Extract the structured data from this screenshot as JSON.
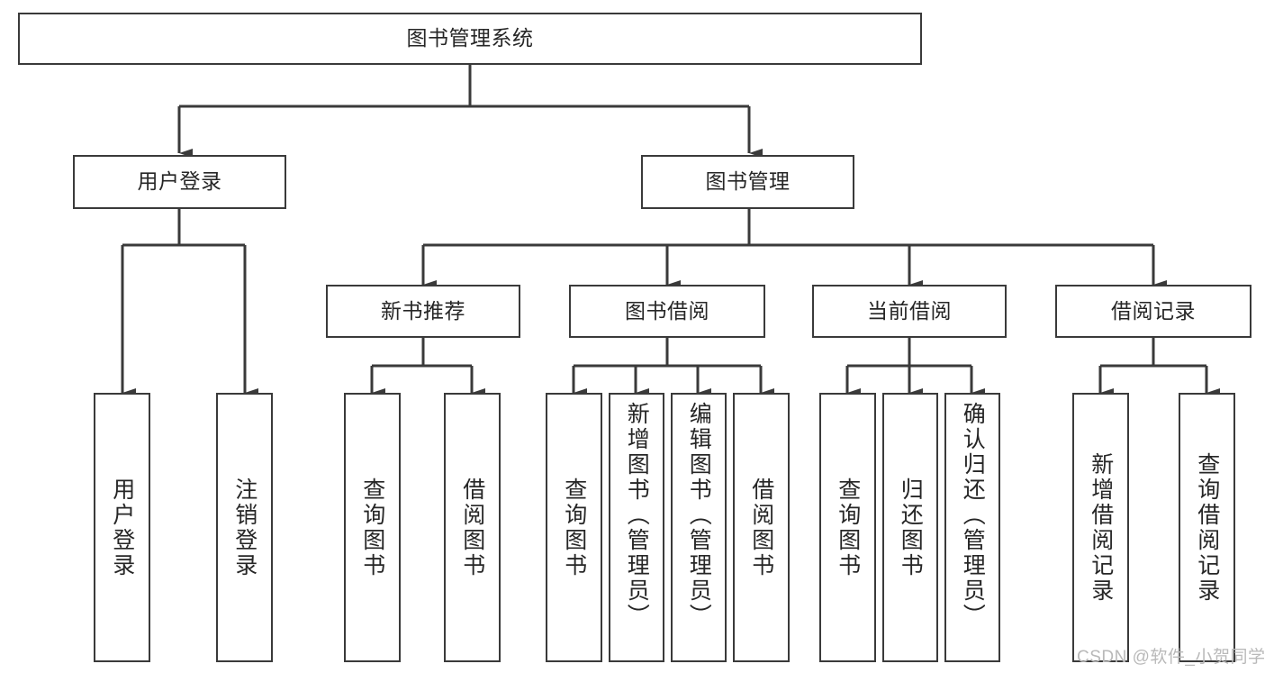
{
  "diagram": {
    "title_node": {
      "label": "图书管理系统"
    },
    "level1": [
      {
        "id": "user-login",
        "label": "用户登录"
      },
      {
        "id": "book-management",
        "label": "图书管理"
      }
    ],
    "level2": [
      {
        "id": "new-book-recommend",
        "label": "新书推荐"
      },
      {
        "id": "book-borrow",
        "label": "图书借阅"
      },
      {
        "id": "current-borrow",
        "label": "当前借阅"
      },
      {
        "id": "borrow-record",
        "label": "借阅记录"
      }
    ],
    "leaves": {
      "user_login": [
        {
          "id": "leaf-user-login",
          "label": "用户登录"
        },
        {
          "id": "leaf-logout-login",
          "label": "注销登录"
        }
      ],
      "new_book_recommend": [
        {
          "id": "leaf-query-book-1",
          "label": "查询图书"
        },
        {
          "id": "leaf-borrow-book-1",
          "label": "借阅图书"
        }
      ],
      "book_borrow": [
        {
          "id": "leaf-query-book-2",
          "label": "查询图书"
        },
        {
          "id": "leaf-add-book",
          "label": "新增图书（管理员）"
        },
        {
          "id": "leaf-edit-book",
          "label": "编辑图书（管理员）"
        },
        {
          "id": "leaf-borrow-book-2",
          "label": "借阅图书"
        }
      ],
      "current_borrow": [
        {
          "id": "leaf-query-book-3",
          "label": "查询图书"
        },
        {
          "id": "leaf-return-book",
          "label": "归还图书"
        },
        {
          "id": "leaf-confirm-return",
          "label": "确认归还（管理员）"
        }
      ],
      "borrow_record": [
        {
          "id": "leaf-add-borrow-record",
          "label": "新增借阅记录"
        },
        {
          "id": "leaf-query-borrow-record",
          "label": "查询借阅记录"
        }
      ]
    },
    "colors": {
      "stroke": "#3a3a3a",
      "text": "#262626",
      "background": "#ffffff",
      "watermark": "#b9b9b9"
    }
  },
  "watermark": {
    "text": "CSDN @软件_小贺同学"
  }
}
